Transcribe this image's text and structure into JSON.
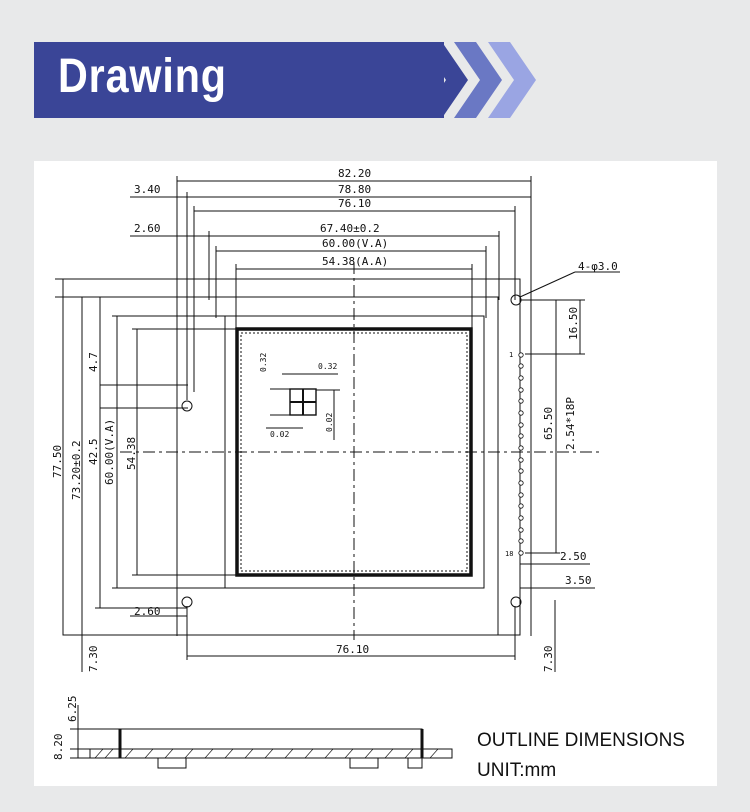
{
  "header": {
    "title": "Drawing"
  },
  "colors": {
    "banner": "#3a4597",
    "chevron_dark": "#3a4597",
    "chevron_mid": "#5f6fbf",
    "chevron_light": "#8f9be0",
    "background": "#e8e9ea"
  },
  "drawing": {
    "top_dims": {
      "d1": "82.20",
      "d2": "78.80",
      "d3": "76.10",
      "d4": "67.40±0.2",
      "d5": "60.00(V.A)",
      "d6": "54.38(A.A)"
    },
    "left_dims": {
      "l1": "3.40",
      "l2": "2.60",
      "l3": "2.60"
    },
    "vertical_dims": {
      "v1": "77.50",
      "v2": "73.20±0.2",
      "v3": "42.5",
      "v4": "60.00(V.A)",
      "v5": "54.38",
      "v6": "4.7",
      "v7": "7.30",
      "v8": "7.30"
    },
    "right_dims": {
      "r1": "4-φ3.0",
      "r2": "16.50",
      "r3": "65.50",
      "r4": "2.54*18P",
      "r5": "2.50",
      "r6": "3.50"
    },
    "pixel_detail": {
      "p1": "0.32",
      "p2": "0.32",
      "p3": "0.02",
      "p4": "0.02"
    },
    "pins": {
      "first": "1",
      "last": "18"
    },
    "bottom_dims": {
      "b1": "76.10"
    },
    "side_dims": {
      "s1": "6.25",
      "s2": "8.20"
    }
  },
  "caption": {
    "line1": "OUTLINE DIMENSIONS",
    "line2": "UNIT:mm"
  }
}
